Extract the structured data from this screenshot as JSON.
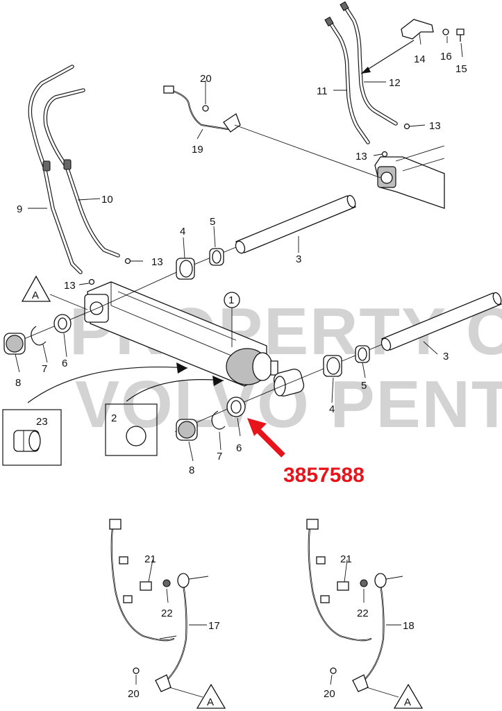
{
  "diagram": {
    "callouts": {
      "c1": "1",
      "c2": "2",
      "c3a": "3",
      "c3b": "3",
      "c4a": "4",
      "c4b": "4",
      "c5a": "5",
      "c5b": "5",
      "c6a": "6",
      "c6b": "6",
      "c7a": "7",
      "c7b": "7",
      "c8a": "8",
      "c8b": "8",
      "c9": "9",
      "c10": "10",
      "c11": "11",
      "c12": "12",
      "c13a": "13",
      "c13b": "13",
      "c13c": "13",
      "c13d": "13",
      "c14": "14",
      "c15": "15",
      "c16": "16",
      "c17": "17",
      "c18": "18",
      "c19": "19",
      "c20a": "20",
      "c20b": "20",
      "c20c": "20",
      "c21a": "21",
      "c21b": "21",
      "c22a": "22",
      "c22b": "22",
      "c23": "23"
    },
    "reference_markers": {
      "a1": "A",
      "a2": "A",
      "a3": "A"
    },
    "watermark": {
      "line1": "PROPERTY OF",
      "line2": "VOLVO PENTA"
    },
    "highlight": {
      "part_number": "3857588",
      "color": "#e8141b"
    }
  }
}
